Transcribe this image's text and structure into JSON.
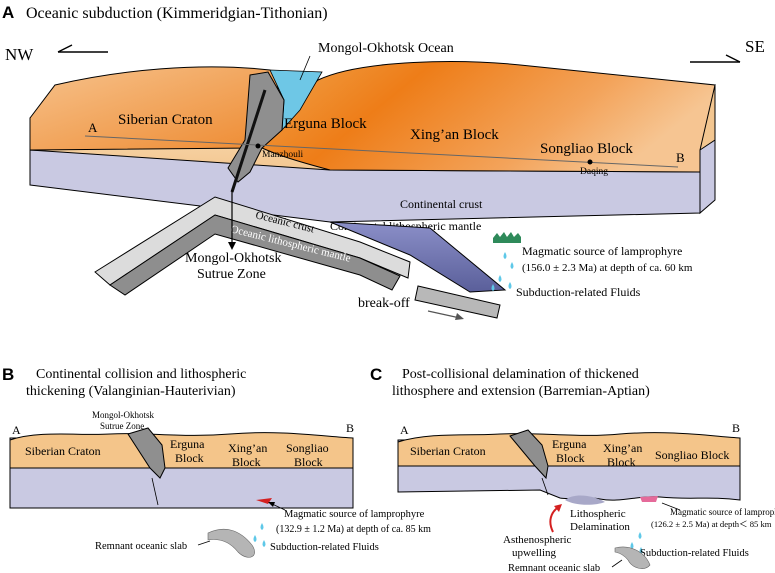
{
  "panel_a": {
    "letter": "A",
    "title": "Oceanic subduction  (Kimmeridgian-Tithonian)",
    "dir_left": "NW",
    "dir_right": "SE",
    "ocean": "Mongol-Okhotsk Ocean",
    "siberian": "Siberian Craton",
    "erguna": "Erguna Block",
    "xingan": "Xing’an Block",
    "songliao": "Songliao Block",
    "pt_a": "A",
    "pt_b": "B",
    "manzhouli": "Manzhouli",
    "daqing": "Daqing",
    "cont_crust": "Continental crust",
    "cont_mantle": "Continental lithospheric mantle",
    "ocean_crust": "Oceanic crust",
    "ocean_mantle": "Oceanic lithospheric mantle",
    "suture_1": "Mongol-Okhotsk",
    "suture_2": "Sutrue Zone",
    "magma_1": "Magmatic source of lamprophyre",
    "magma_2": "(156.0 ± 2.3 Ma)  at depth of ca. 60 km",
    "fluids": "Subduction-related Fluids",
    "breakoff": "break-off"
  },
  "panel_b": {
    "letter": "B",
    "title_1": "Continental collision and lithospheric",
    "title_2": "thickening (Valanginian-Hauterivian)",
    "pt_a": "A",
    "pt_b": "B",
    "suture_1": "Mongol-Okhotsk",
    "suture_2": "Sutrue Zone",
    "siberian": "Siberian Craton",
    "erguna_1": "Erguna",
    "erguna_2": "Block",
    "xingan_1": "Xing’an",
    "xingan_2": "Block",
    "songliao_1": "Songliao",
    "songliao_2": "Block",
    "magma_1": "Magmatic source of lamprophyre",
    "magma_2": "(132.9 ± 1.2 Ma) at depth of ca. 85 km",
    "remnant": "Remnant oceanic slab",
    "fluids": "Subduction-related Fluids"
  },
  "panel_c": {
    "letter": "C",
    "title_1": "Post-collisional delamination of thickened",
    "title_2": "lithosphere and extension (Barremian-Aptian)",
    "pt_a": "A",
    "pt_b": "B",
    "siberian": "Siberian Craton",
    "erguna_1": "Erguna",
    "erguna_2": "Block",
    "xingan_1": "Xing’an",
    "xingan_2": "Block",
    "songliao": "Songliao Block",
    "delam_1": "Lithospheric",
    "delam_2": "Delamination",
    "astheno_1": "Asthenospheric",
    "astheno_2": "upwelling",
    "magma_1": "Magmatic source of lamprophyre",
    "magma_2": "(126.2 ± 2.5 Ma) at depth＜ 85 km",
    "fluids": "Subduction-related Fluids",
    "remnant": "Remnant oceanic slab"
  },
  "colors": {
    "crust_light": "#f4c58a",
    "crust_orange": "#ee8a2a",
    "mantle": "#c9c9e2",
    "oceanic_grey": "#8f8f8f",
    "ocean_blue": "#6ec7e6",
    "magma_green": "#2e8a5a",
    "magma_red": "#d42020"
  }
}
